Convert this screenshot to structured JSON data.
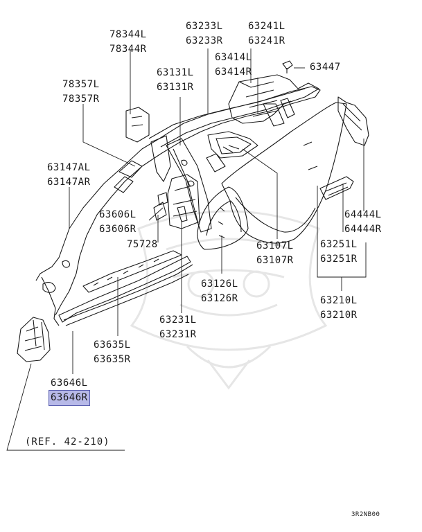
{
  "parts": {
    "p78344": [
      "78344L",
      "78344R"
    ],
    "p63233": [
      "63233L",
      "63233R"
    ],
    "p63241": [
      "63241L",
      "63241R"
    ],
    "p63414": [
      "63414L",
      "63414R"
    ],
    "p63447": [
      "63447"
    ],
    "p63131": [
      "63131L",
      "63131R"
    ],
    "p78357": [
      "78357L",
      "78357R"
    ],
    "p63147": [
      "63147AL",
      "63147AR"
    ],
    "p63606": [
      "63606L",
      "63606R"
    ],
    "p75728": [
      "75728"
    ],
    "p63107": [
      "63107L",
      "63107R"
    ],
    "p64444": [
      "64444L",
      "64444R"
    ],
    "p63251": [
      "63251L",
      "63251R"
    ],
    "p63126": [
      "63126L",
      "63126R"
    ],
    "p63210": [
      "63210L",
      "63210R"
    ],
    "p63231": [
      "63231L",
      "63231R"
    ],
    "p63635": [
      "63635L",
      "63635R"
    ],
    "p63646": [
      "63646L",
      "63646R"
    ]
  },
  "highlighted_part": "63646R",
  "reference": "(REF. 42-210)",
  "diagram_code": "3R2NB00",
  "colors": {
    "line": "#1a1a1a",
    "highlight": "#b7b9e8",
    "watermark": "#e4e4e4"
  }
}
